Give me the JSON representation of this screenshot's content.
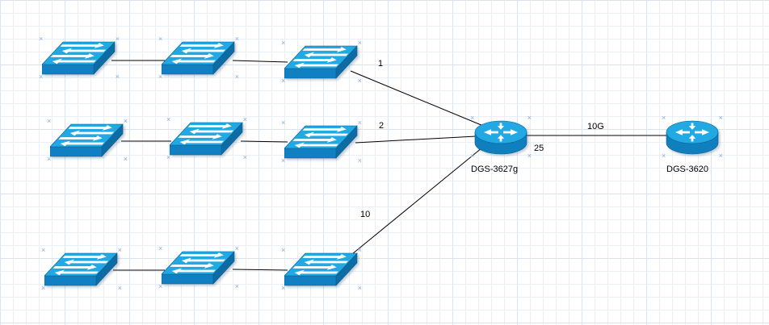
{
  "devices": {
    "router_core": {
      "label": "DGS-3627g"
    },
    "router_upstream": {
      "label": "DGS-3620"
    }
  },
  "links": {
    "uplink_row1": {
      "port_label": "1"
    },
    "uplink_row2": {
      "port_label": "2"
    },
    "uplink_row3": {
      "port_label": "10"
    },
    "trunk": {
      "speed_label": "10G",
      "port_label": "25"
    }
  },
  "icons": {
    "switch": "workgroup-switch-icon",
    "router": "router-icon"
  },
  "colors": {
    "device_top": "#22A9E4",
    "device_front": "#1180C2",
    "device_side": "#0D6CA4",
    "device_outline": "#0A5E90",
    "link_line": "#000000",
    "grid_line_minor": "#E9EFF6",
    "grid_line_major": "#D9E3EE",
    "snap_mark": "#86ACD7",
    "label_text": "#000000"
  }
}
